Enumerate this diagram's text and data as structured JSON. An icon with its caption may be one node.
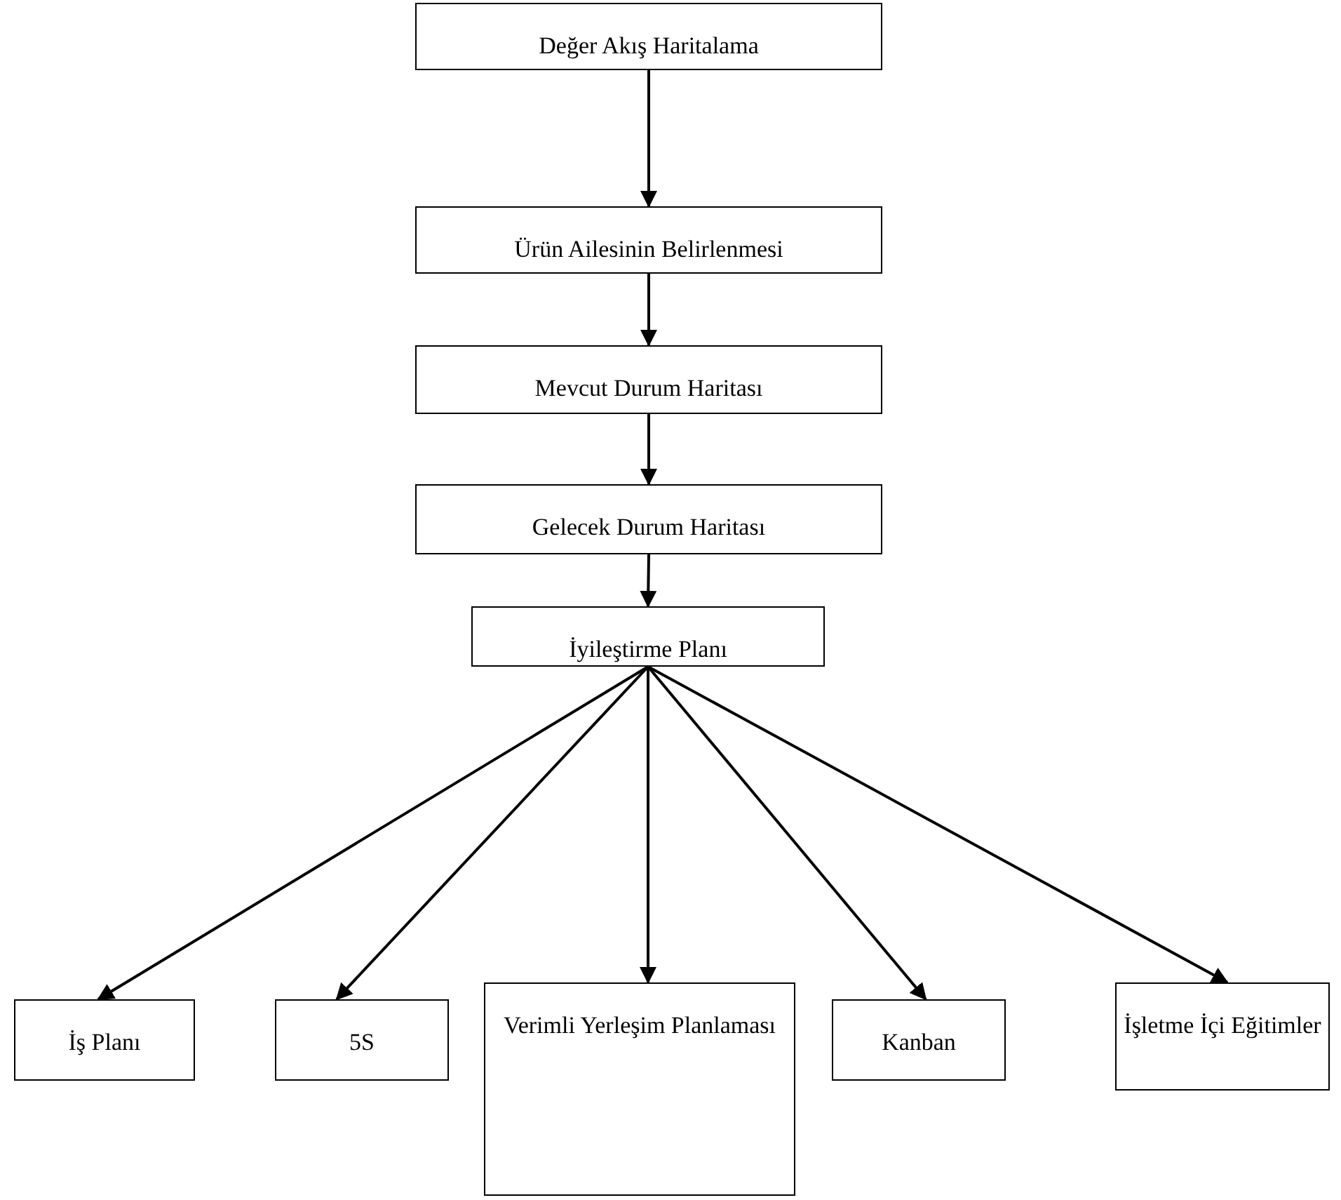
{
  "diagram": {
    "nodes": [
      {
        "text": [
          "Değer Akış Haritalama"
        ]
      },
      {
        "text": [
          "Ürün Ailesinin Belirlenmesi"
        ]
      },
      {
        "text": [
          "Mevcut Durum Haritası"
        ]
      },
      {
        "text": [
          "Gelecek Durum Haritası"
        ]
      },
      {
        "text": [
          "İyileştirme Planı"
        ]
      },
      {
        "text": [
          "İş Planı"
        ]
      },
      {
        "text": [
          "5S"
        ]
      },
      {
        "text": [
          "Verimli Yerleşim Planlaması"
        ]
      },
      {
        "text": [
          "Kanban"
        ]
      },
      {
        "text": [
          "İşletme İçi Eğitimler"
        ]
      }
    ],
    "edges": [
      {
        "from": 0,
        "to": 1,
        "arrow": "to"
      },
      {
        "from": 1,
        "to": 2,
        "arrow": "to"
      },
      {
        "from": 2,
        "to": 3,
        "arrow": "to"
      },
      {
        "from": 3,
        "to": 4,
        "arrow": "to"
      },
      {
        "from": 4,
        "to": 5,
        "arrow": "to"
      },
      {
        "from": 4,
        "to": 6,
        "arrow": "to"
      },
      {
        "from": 4,
        "to": 7,
        "arrow": "to"
      },
      {
        "from": 4,
        "to": 8,
        "arrow": "to"
      },
      {
        "from": 4,
        "to": 9,
        "arrow": "to"
      }
    ]
  }
}
